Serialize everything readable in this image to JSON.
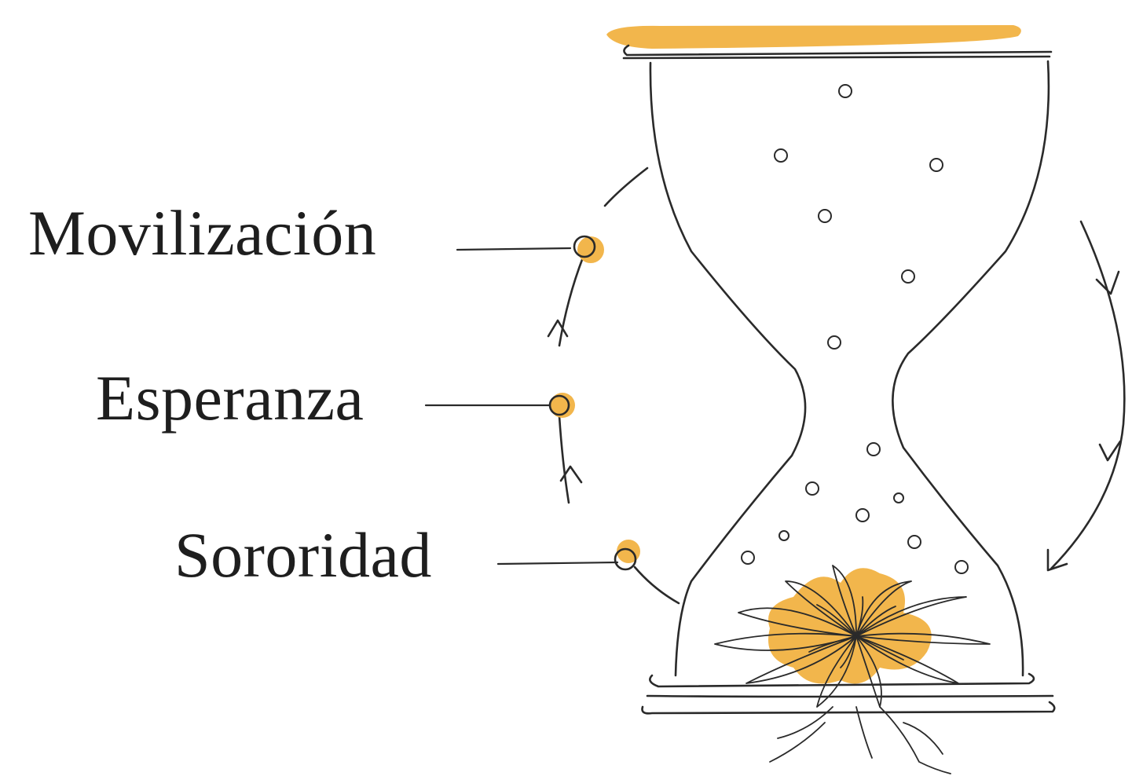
{
  "labels": {
    "movilizacion": "Movilización",
    "esperanza": "Esperanza",
    "sororidad": "Sororidad"
  },
  "colors": {
    "accent": "#F2B64C",
    "ink": "#2a2a2a"
  }
}
